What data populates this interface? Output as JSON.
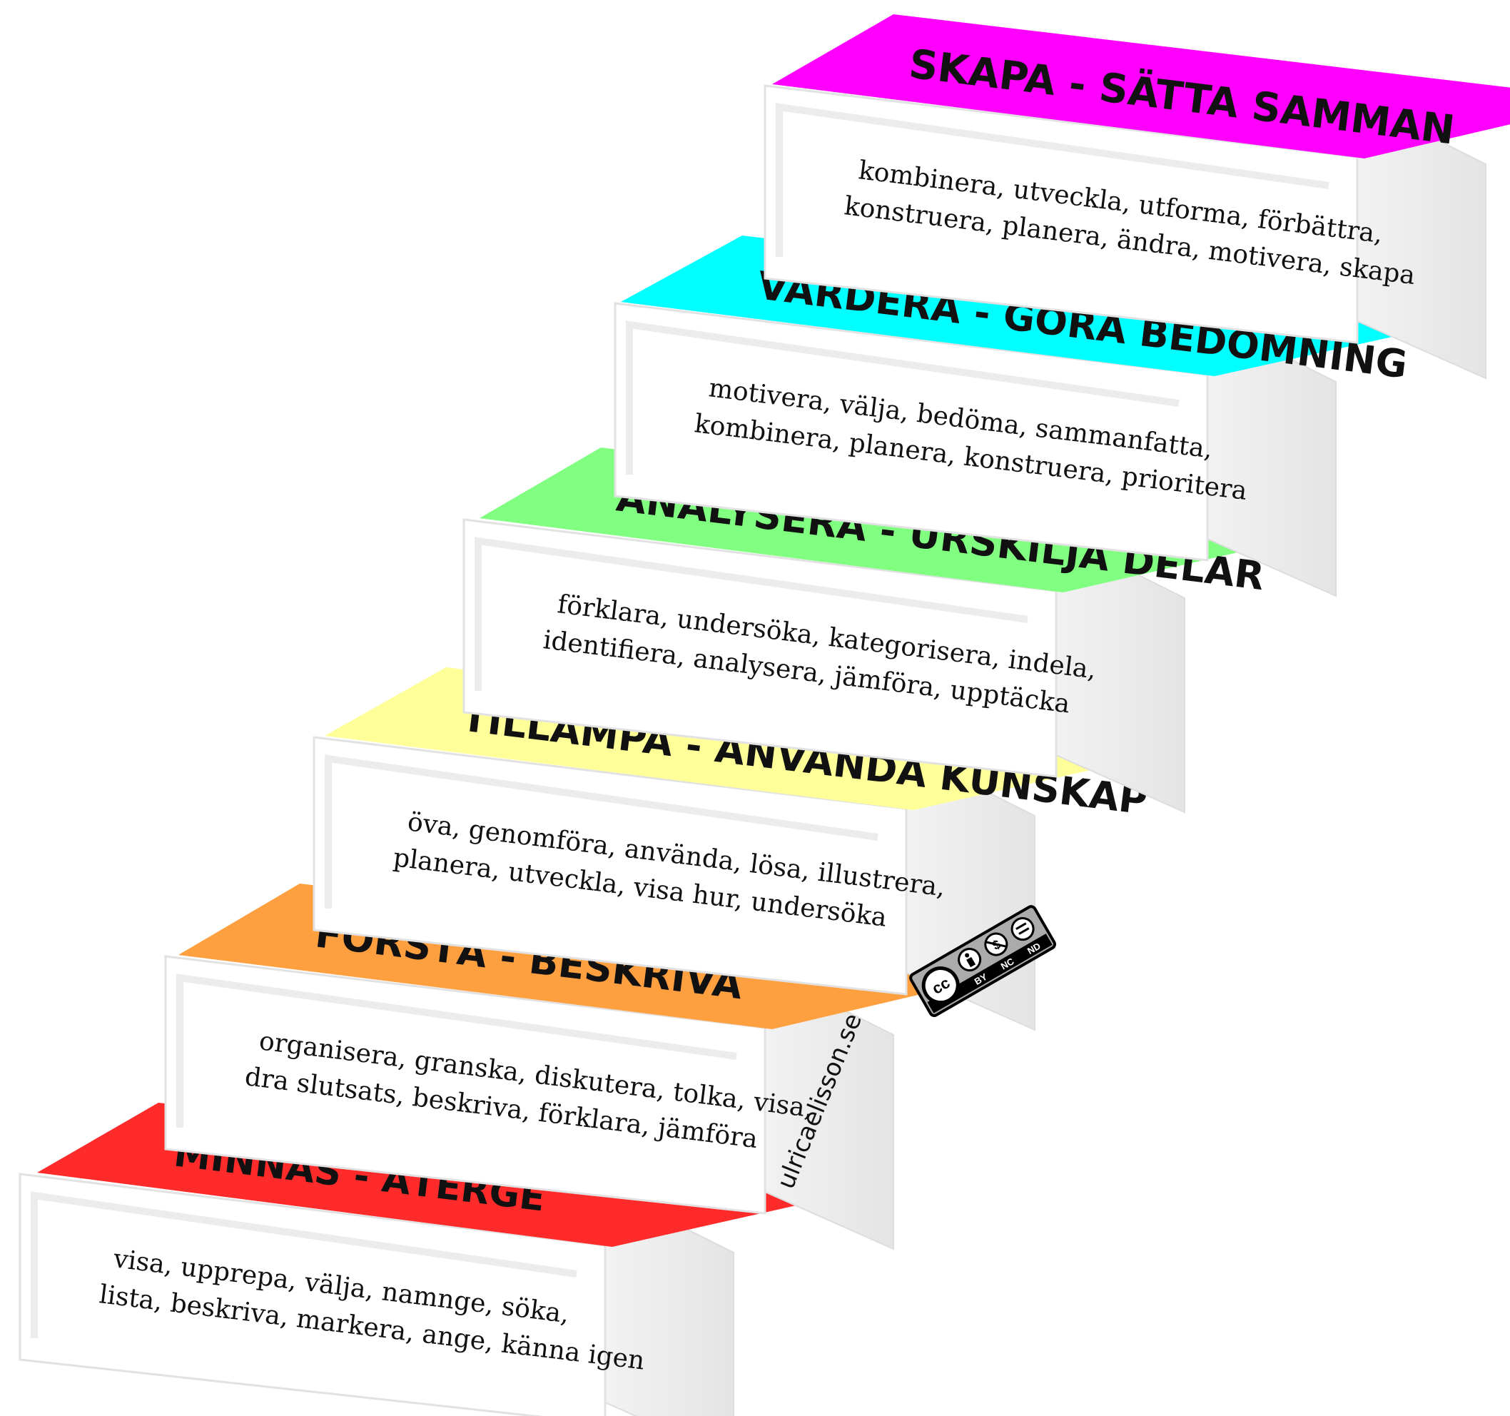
{
  "steps": [
    {
      "title": "MINNAS - ÅTERGE",
      "color": "#ff2b2b",
      "verbs": [
        "visa, upprepa, välja, namnge, söka,",
        "lista, beskriva, markera, ange, känna igen"
      ]
    },
    {
      "title": "FÖRSTÅ - BESKRIVA",
      "color": "#ffa040",
      "verbs": [
        "organisera, granska, diskutera, tolka, visa,",
        "dra slutsats, beskriva, förklara, jämföra"
      ]
    },
    {
      "title": "TILLÄMPA - ANVÄNDA KUNSKAP",
      "color": "#ffff99",
      "verbs": [
        "öva, genomföra, använda, lösa, illustrera,",
        "planera, utveckla, visa hur, undersöka"
      ]
    },
    {
      "title": "ANALYSERA - URSKILJA DELAR",
      "color": "#80ff80",
      "verbs": [
        "förklara, undersöka, kategorisera, indela,",
        "identifiera, analysera, jämföra, upptäcka"
      ]
    },
    {
      "title": "VÄRDERA - GÖRA BEDÖMNING",
      "color": "#00ffff",
      "verbs": [
        "motivera, välja, bedöma, sammanfatta,",
        "kombinera, planera, konstruera, prioritera"
      ]
    },
    {
      "title": "SKAPA - SÄTTA SAMMAN",
      "color": "#ff00ff",
      "verbs": [
        "kombinera, utveckla, utforma, förbättra,",
        "konstruera, planera, ändra, motivera, skapa"
      ]
    }
  ],
  "site_credit": "ulricaelisson.se",
  "license_badge": {
    "icon": "creative-commons-by-nc-nd-icon",
    "labels": [
      "BY",
      "NC",
      "ND"
    ]
  }
}
